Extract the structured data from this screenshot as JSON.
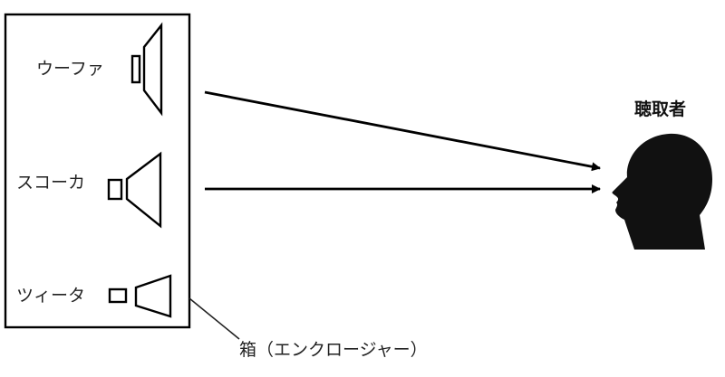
{
  "speakers": [
    {
      "label": "ウーファ"
    },
    {
      "label": "スコーカ"
    },
    {
      "label": "ツィータ"
    }
  ],
  "enclosure_label": "箱（エンクロージャー）",
  "listener": {
    "label": "聴取者"
  },
  "colors": {
    "line": "#000000",
    "head": "#111111",
    "background": "#ffffff"
  }
}
